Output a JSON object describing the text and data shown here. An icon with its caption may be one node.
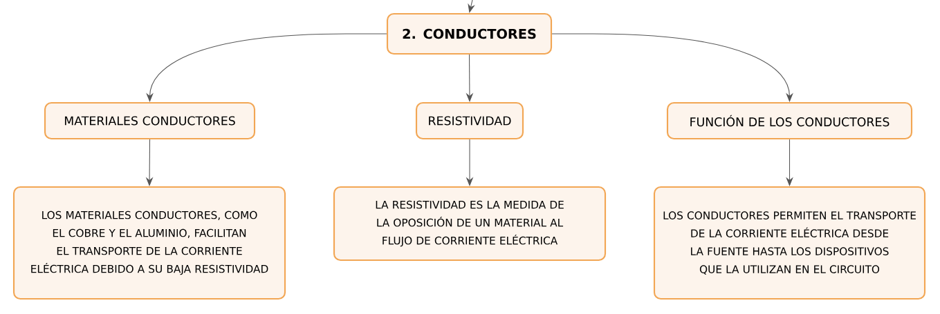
{
  "diagram": {
    "nodes": [
      {
        "text": [
          "2. CONDUCTORES"
        ]
      },
      {
        "text": [
          "MATERIALES CONDUCTORES"
        ]
      },
      {
        "text": [
          "RESISTIVIDAD"
        ]
      },
      {
        "text": [
          "FUNCIÓN DE LOS CONDUCTORES"
        ]
      },
      {
        "text": [
          "LOS MATERIALES CONDUCTORES, COMO EL COBRE Y EL ALUMINIO, FACILITAN EL TRANSPORTE DE LA CORRIENTE ELÉCTRICA DEBIDO A SU BAJA RESISTIVIDAD"
        ]
      },
      {
        "text": [
          "LA RESISTIVIDAD ES LA MEDIDA DE LA OPOSICIÓN DE UN MATERIAL AL FLUJO DE CORRIENTE ELÉCTRICA"
        ]
      },
      {
        "text": [
          "LOS CONDUCTORES PERMITEN EL TRANSPORTE DE LA CORRIENTE ELÉCTRICA DESDE LA FUENTE HASTA LOS DISPOSITIVOS QUE LA UTILIZAN EN EL CIRCUITO"
        ]
      }
    ],
    "edges": [
      {
        "from": null,
        "to": 0,
        "arrow": "to"
      },
      {
        "from": 0,
        "to": 1,
        "arrow": "to"
      },
      {
        "from": 0,
        "to": 2,
        "arrow": "to"
      },
      {
        "from": 0,
        "to": 3,
        "arrow": "to"
      },
      {
        "from": 1,
        "to": 4,
        "arrow": "to"
      },
      {
        "from": 2,
        "to": 5,
        "arrow": "to"
      },
      {
        "from": 3,
        "to": 6,
        "arrow": "to"
      }
    ]
  }
}
